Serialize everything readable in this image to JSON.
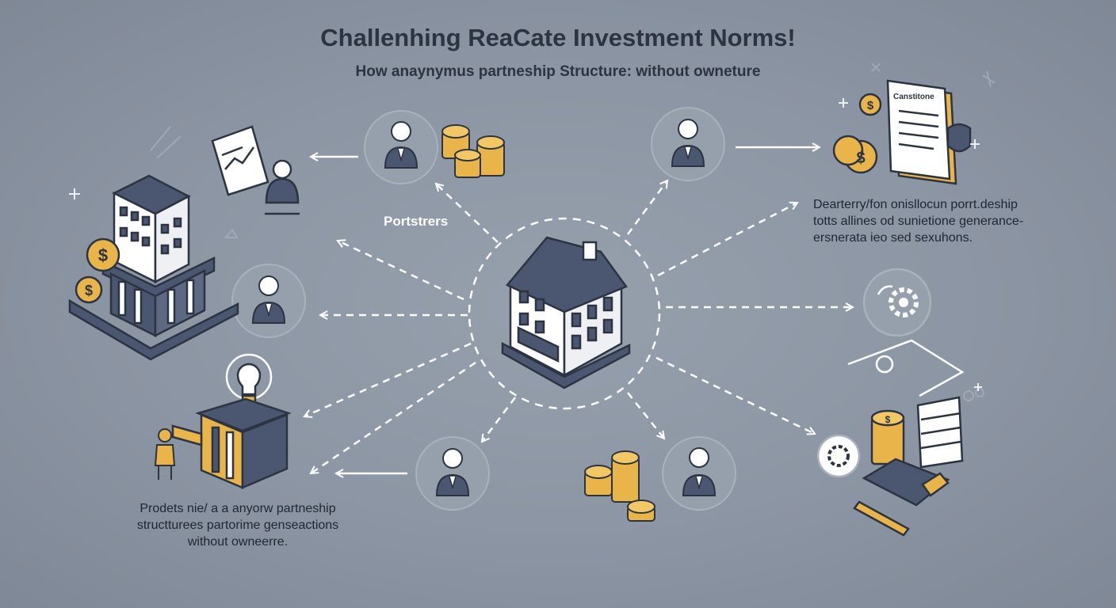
{
  "header": {
    "title": "Challenhing ReaCate Investment Norms!",
    "subtitle": "How anaynymus partneship Structure: without owneture"
  },
  "center": {
    "partners_label": "Portstrers"
  },
  "right_panel": {
    "document_heading": "Canstitone",
    "description_lines": [
      "Dearterry/fon onisllocun porrt.deship",
      "totts allines od sunietione generance-",
      "ersnerata ieo sed sexuhons."
    ]
  },
  "left_panel": {
    "description_lines": [
      "Prodets nie/ a a anyorw partneship",
      "structturees partorime genseactions",
      "without owneerre."
    ]
  },
  "icons": {
    "coin_symbol": "$"
  },
  "colors": {
    "background": "#8e97a5",
    "accent_gold": "#e9b54a",
    "navy": "#4b5670",
    "outline": "#2c3442",
    "white": "#ffffff"
  }
}
